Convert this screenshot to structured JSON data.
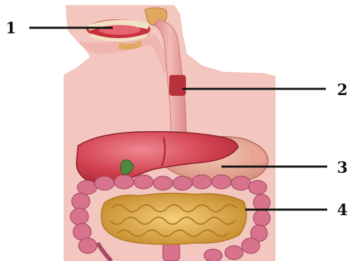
{
  "diagram": {
    "labels": [
      {
        "id": "1",
        "text": "1"
      },
      {
        "id": "2",
        "text": "2"
      },
      {
        "id": "3",
        "text": "3"
      },
      {
        "id": "4",
        "text": "4"
      }
    ],
    "colors": {
      "skin": "#f4c6c0",
      "skin_edge": "#e9a8a2",
      "liver": "#d1404f",
      "liver_dark": "#9c2331",
      "stomach": "#e9a592",
      "esophagus": "#e8a4a0",
      "esophagus_band": "#b8323c",
      "small_intestine": "#e6b24a",
      "small_intestine_dark": "#b07a1f",
      "large_intestine": "#d7738c",
      "large_intestine_dark": "#a94a63",
      "mouth": "#c8323b",
      "teeth": "#f1e2c4",
      "leader_line": "#111111"
    }
  }
}
